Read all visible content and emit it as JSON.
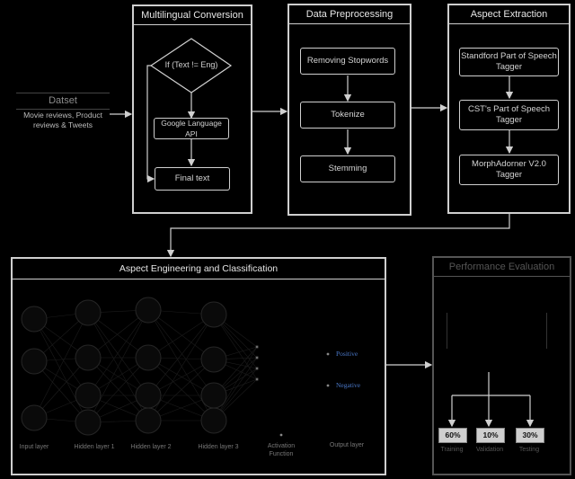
{
  "dataset": {
    "title": "Datset",
    "subtitle": "Movie reviews, Product reviews & Tweets"
  },
  "multilingual": {
    "title": "Multilingual Conversion",
    "decision": "If (Text != Eng)",
    "api": "Google Language API",
    "final": "Final text"
  },
  "preprocessing": {
    "title": "Data Preprocessing",
    "steps": [
      "Removing Stopwords",
      "Tokenize",
      "Stemming"
    ]
  },
  "aspect_extraction": {
    "title": "Aspect Extraction",
    "steps": [
      "Standford Part of Speech Tagger",
      "CST's Part of Speech Tagger",
      "MorphAdorner V2.0 Tagger"
    ]
  },
  "engineering": {
    "title": "Aspect Engineering and Classification",
    "outputs": [
      "Positive",
      "Negative"
    ],
    "layer_labels": [
      "Input layer",
      "Hidden layer 1",
      "Hidden layer 2",
      "Hidden layer 3",
      "Activation Function",
      "Output layer"
    ]
  },
  "evaluation": {
    "title": "Performance Evaluation",
    "splits": [
      "60%",
      "10%",
      "30%"
    ],
    "split_labels": [
      "Training",
      "Validation",
      "Testing"
    ]
  },
  "colors": {
    "line": "#cfcfcf",
    "positive": "#4a78c8",
    "negative": "#4a78c8"
  }
}
